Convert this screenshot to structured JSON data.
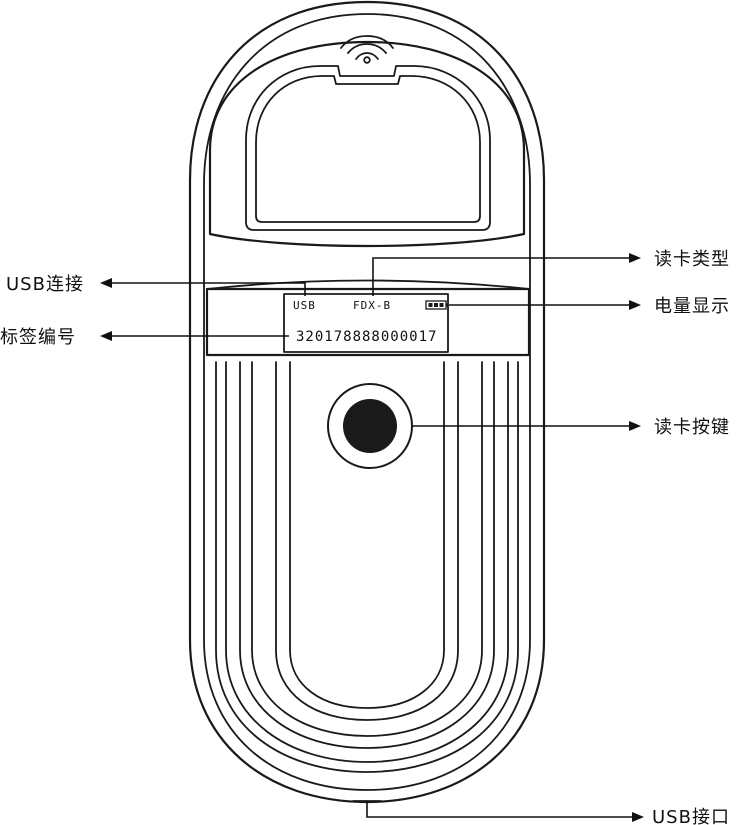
{
  "labels": {
    "usb_connection": "USB连接",
    "tag_number": "标签编号",
    "read_type": "读卡类型",
    "battery_display": "电量显示",
    "read_button": "读卡按键",
    "usb_port": "USB接口"
  },
  "screen": {
    "usb_indicator": "USB",
    "card_type": "FDX-B",
    "tag_number": "320178888000017"
  },
  "colors": {
    "line": "#1a1a1a",
    "background": "#ffffff",
    "button_fill": "#1a1a1a"
  },
  "icons": {
    "wireless_signal": "wifi-signal-icon",
    "battery": "battery-icon"
  }
}
